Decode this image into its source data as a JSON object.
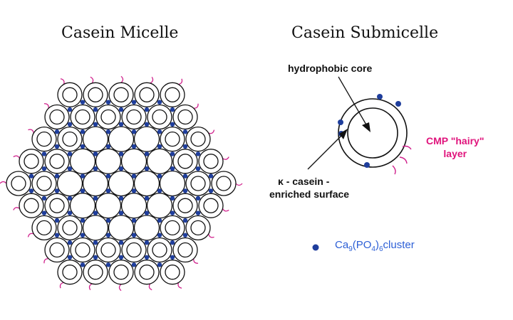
{
  "titles": {
    "micelle": "Casein Micelle",
    "submicelle": "Casein Submicelle"
  },
  "labels": {
    "hydrophobic_core": "hydrophobic core",
    "kappa_line1": "κ - casein -",
    "kappa_line2": "enriched surface",
    "cmp_line1": "CMP \"hairy\"",
    "cmp_line2": "layer"
  },
  "legend": {
    "ca": "Ca",
    "ca_sub": "9",
    "po": "(PO",
    "po_sub": "4",
    "paren": ")",
    "six_sub": "6",
    "tail": "cluster"
  },
  "colors": {
    "outline": "#111111",
    "dot": "#1f3e9c",
    "hair": "#d0208c",
    "legend_text": "#2c5fd6",
    "cmp_text": "#e0147c"
  }
}
